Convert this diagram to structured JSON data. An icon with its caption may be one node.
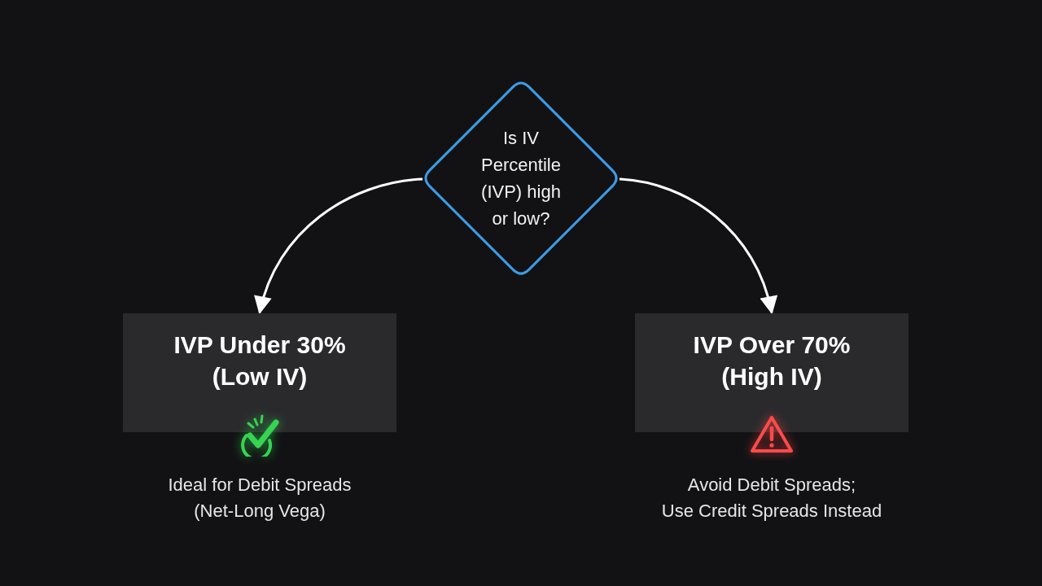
{
  "diagram": {
    "nodes": [
      {
        "text": [
          "Is IV Percentile (IVP) high or low?"
        ]
      },
      {
        "text": [
          "IVP Under 30% (Low IV)"
        ],
        "beside": [
          "Ideal for Debit Spreads (Net-Long Vega)"
        ]
      },
      {
        "text": [
          "IVP Over 70% (High IV)"
        ],
        "beside": [
          "Avoid Debit Spreads; Use Credit Spreads Instead"
        ]
      }
    ],
    "edges": [
      {
        "from": 0,
        "to": 1,
        "arrow": "to"
      },
      {
        "from": 0,
        "to": 2,
        "arrow": "to"
      }
    ]
  }
}
